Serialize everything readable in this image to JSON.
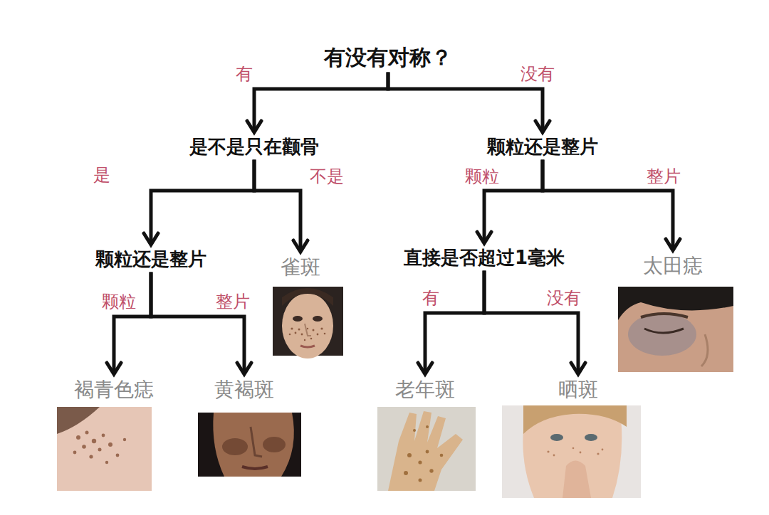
{
  "diagram": {
    "nodes": [
      {
        "text": [
          "有没有对称？"
        ]
      },
      {
        "text": [
          "是不是只在颧骨"
        ]
      },
      {
        "text": [
          "颗粒还是整片"
        ]
      },
      {
        "text": [
          "颗粒还是整片"
        ]
      },
      {
        "text": [
          "雀斑"
        ]
      },
      {
        "text": [
          "直接是否超过1毫米"
        ]
      },
      {
        "text": [
          "太田痣"
        ]
      },
      {
        "text": [
          "褐青色痣"
        ]
      },
      {
        "text": [
          "黄褐斑"
        ]
      },
      {
        "text": [
          "老年斑"
        ]
      },
      {
        "text": [
          "晒斑"
        ]
      }
    ],
    "edges": [
      {
        "from": 0,
        "to": 1,
        "label": "有",
        "arrow": "to"
      },
      {
        "from": 0,
        "to": 2,
        "label": "没有",
        "arrow": "to"
      },
      {
        "from": 1,
        "to": 3,
        "label": "是",
        "arrow": "to"
      },
      {
        "from": 1,
        "to": 4,
        "label": "不是",
        "arrow": "to"
      },
      {
        "from": 2,
        "to": 5,
        "label": "颗粒",
        "arrow": "to"
      },
      {
        "from": 2,
        "to": 6,
        "label": "整片",
        "arrow": "to"
      },
      {
        "from": 3,
        "to": 7,
        "label": "颗粒",
        "arrow": "to"
      },
      {
        "from": 3,
        "to": 8,
        "label": "整片",
        "arrow": "to"
      },
      {
        "from": 5,
        "to": 9,
        "label": "有",
        "arrow": "to"
      },
      {
        "from": 5,
        "to": 10,
        "label": "没有",
        "arrow": "to"
      }
    ]
  }
}
